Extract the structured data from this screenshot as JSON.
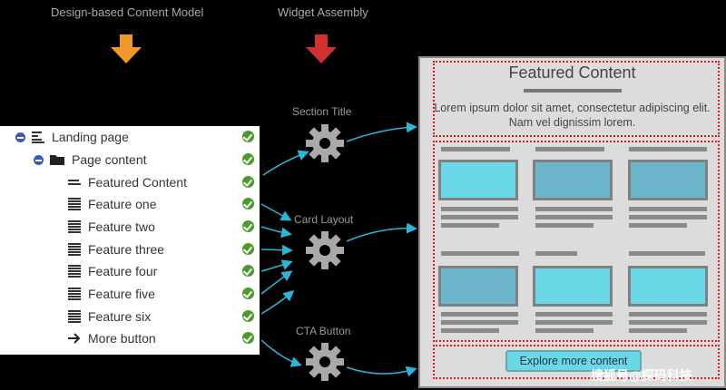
{
  "headings": {
    "model": "Design-based Content Model",
    "assembly": "Widget Assembly"
  },
  "colors": {
    "model_arrow": "#f0982a",
    "assembly_arrow": "#d0302e",
    "connector": "#2ab6d6",
    "check": "#4a9a2e",
    "outline": "#e21b1b",
    "card_image": "#6ad8e6"
  },
  "tree": {
    "items": [
      {
        "label": "Landing page",
        "icon": "page-tree-icon"
      },
      {
        "label": "Page content",
        "icon": "folder-icon"
      },
      {
        "label": "Featured Content",
        "icon": "text-lines-icon"
      },
      {
        "label": "Feature one",
        "icon": "document-icon"
      },
      {
        "label": "Feature two",
        "icon": "document-icon"
      },
      {
        "label": "Feature three",
        "icon": "document-icon"
      },
      {
        "label": "Feature four",
        "icon": "document-icon"
      },
      {
        "label": "Feature five",
        "icon": "document-icon"
      },
      {
        "label": "Feature six",
        "icon": "document-icon"
      },
      {
        "label": "More button",
        "icon": "arrow-right-icon"
      }
    ]
  },
  "widgets": {
    "section_title": "Section Title",
    "card_layout": "Card Layout",
    "cta_button": "CTA Button"
  },
  "mockup": {
    "featured_title": "Featured Content",
    "featured_text": "Lorem ipsum dolor sit amet, consectetur adipiscing elit. Nam vel dignissim lorem.",
    "cta_label": "Explore more content"
  },
  "watermark": "搜狐号@探码科技"
}
